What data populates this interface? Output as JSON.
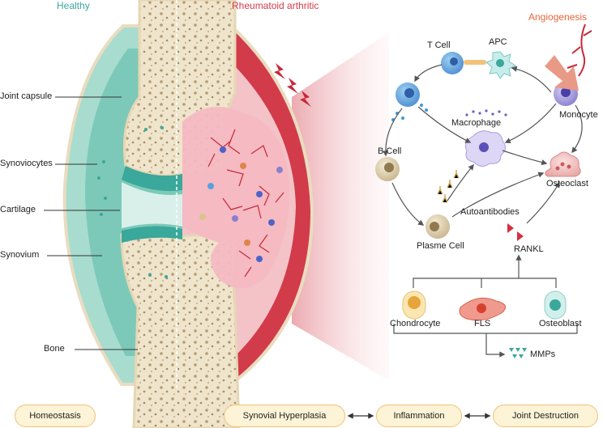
{
  "headers": {
    "healthy": "Healthy",
    "ra": "Rheumatoid arthritic",
    "angiogenesis": "Angiogenesis"
  },
  "anatomy": {
    "joint_capsule": "Joint capsule",
    "synoviocytes": "Synoviocytes",
    "cartilage": "Cartilage",
    "synovium": "Synovium",
    "bone": "Bone"
  },
  "cells": {
    "t_cell": "T Cell",
    "apc": "APC",
    "monocyte": "Monocyte",
    "macrophage": "Macrophage",
    "b_cell": "B Cell",
    "osteoclast": "Osteoclast",
    "autoantibodies": "Autoantibodies",
    "plasme_cell": "Plasme Cell",
    "rankl": "RANKL",
    "chondrocyte": "Chondrocyte",
    "fls": "FLS",
    "osteoblast": "Osteoblast",
    "mmps": "MMPs"
  },
  "stages": {
    "homeostasis": "Homeostasis",
    "synovial_hyperplasia": "Synovial Hyperplasia",
    "inflammation": "Inflammation",
    "joint_destruction": "Joint Destruction"
  },
  "colors": {
    "healthy_teal": "#3aa89a",
    "ra_red": "#d23b4a",
    "bone": "#efe4cc",
    "pill_fill": "#fdf3d6",
    "pill_border": "#f0c27a",
    "arrow": "#555555",
    "angiogenesis": "#e8653a"
  }
}
